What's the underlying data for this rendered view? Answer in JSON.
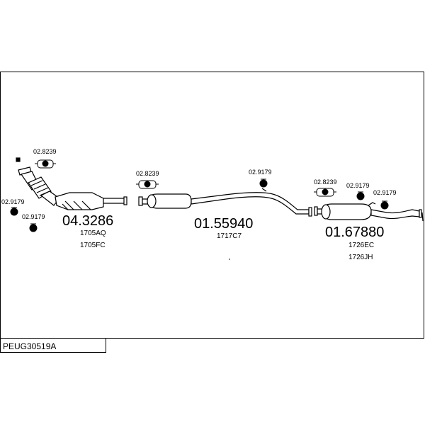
{
  "diagram_code": "PEUG30519A",
  "parts": {
    "catalyst": {
      "number": "04.3286",
      "oem": [
        "1705AQ",
        "1705FC"
      ]
    },
    "middle_silencer": {
      "number": "01.55940",
      "oem": [
        "1717C7"
      ]
    },
    "rear_silencer": {
      "number": "01.67880",
      "oem": [
        "1726EC",
        "1726JH"
      ]
    }
  },
  "fittings": {
    "clamp_front": "02.8239",
    "mount_front_left": "02.9179",
    "mount_front": "02.9179",
    "clamp_middle": "02.8239",
    "mount_middle": "02.9179",
    "clamp_rear": "02.8239",
    "mount_rear_1": "02.9179",
    "mount_rear_2": "02.9179"
  }
}
